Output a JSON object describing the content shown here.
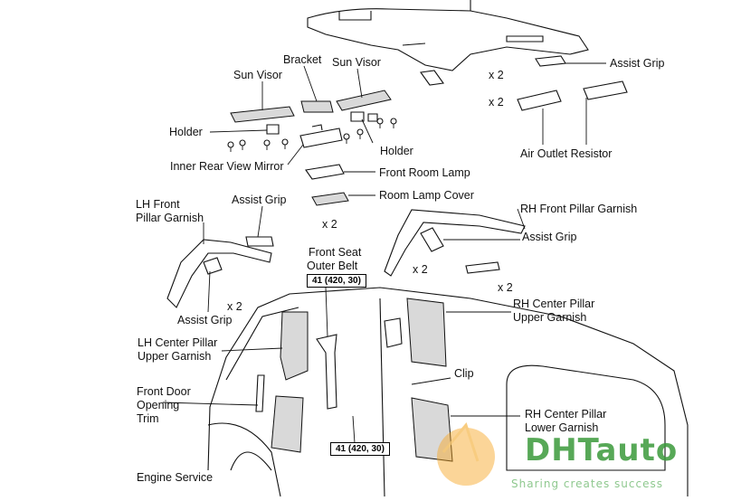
{
  "labels": {
    "sun_visor_left": "Sun Visor",
    "bracket": "Bracket",
    "sun_visor_right": "Sun Visor",
    "assist_grip_top": "Assist Grip",
    "x2_a": "x 2",
    "x2_b": "x 2",
    "holder_left": "Holder",
    "holder_right": "Holder",
    "air_outlet_resistor": "Air Outlet Resistor",
    "inner_rear_view_mirror": "Inner Rear View Mirror",
    "front_room_lamp": "Front Room Lamp",
    "room_lamp_cover": "Room Lamp Cover",
    "lh_front_pillar_garnish_1": "LH Front",
    "lh_front_pillar_garnish_2": "Pillar Garnish",
    "assist_grip_lh": "Assist Grip",
    "x2_c": "x 2",
    "rh_front_pillar_garnish": "RH Front Pillar Garnish",
    "assist_grip_rh": "Assist Grip",
    "x2_d": "x 2",
    "x2_e": "x 2",
    "front_seat_outer_belt_1": "Front Seat",
    "front_seat_outer_belt_2": "Outer Belt",
    "torque_top": "41 (420, 30)",
    "assist_grip_lower": "Assist Grip",
    "x2_f": "x 2",
    "rh_center_pillar_upper_1": "RH Center Pillar",
    "rh_center_pillar_upper_2": "Upper Garnish",
    "lh_center_pillar_upper_1": "LH Center Pillar",
    "lh_center_pillar_upper_2": "Upper Garnish",
    "clip": "Clip",
    "front_door_opening_trim_1": "Front Door",
    "front_door_opening_trim_2": "Opening",
    "front_door_opening_trim_3": "Trim",
    "rh_center_pillar_lower_1": "RH Center Pillar",
    "rh_center_pillar_lower_2": "Lower Garnish",
    "torque_bottom": "41 (420, 30)",
    "engine_service": "Engine Service"
  },
  "watermark": {
    "brand": "DHTauto",
    "tagline": "Sharing creates success",
    "color_orange": "#f5a623",
    "color_green": "#3a9a3a"
  }
}
